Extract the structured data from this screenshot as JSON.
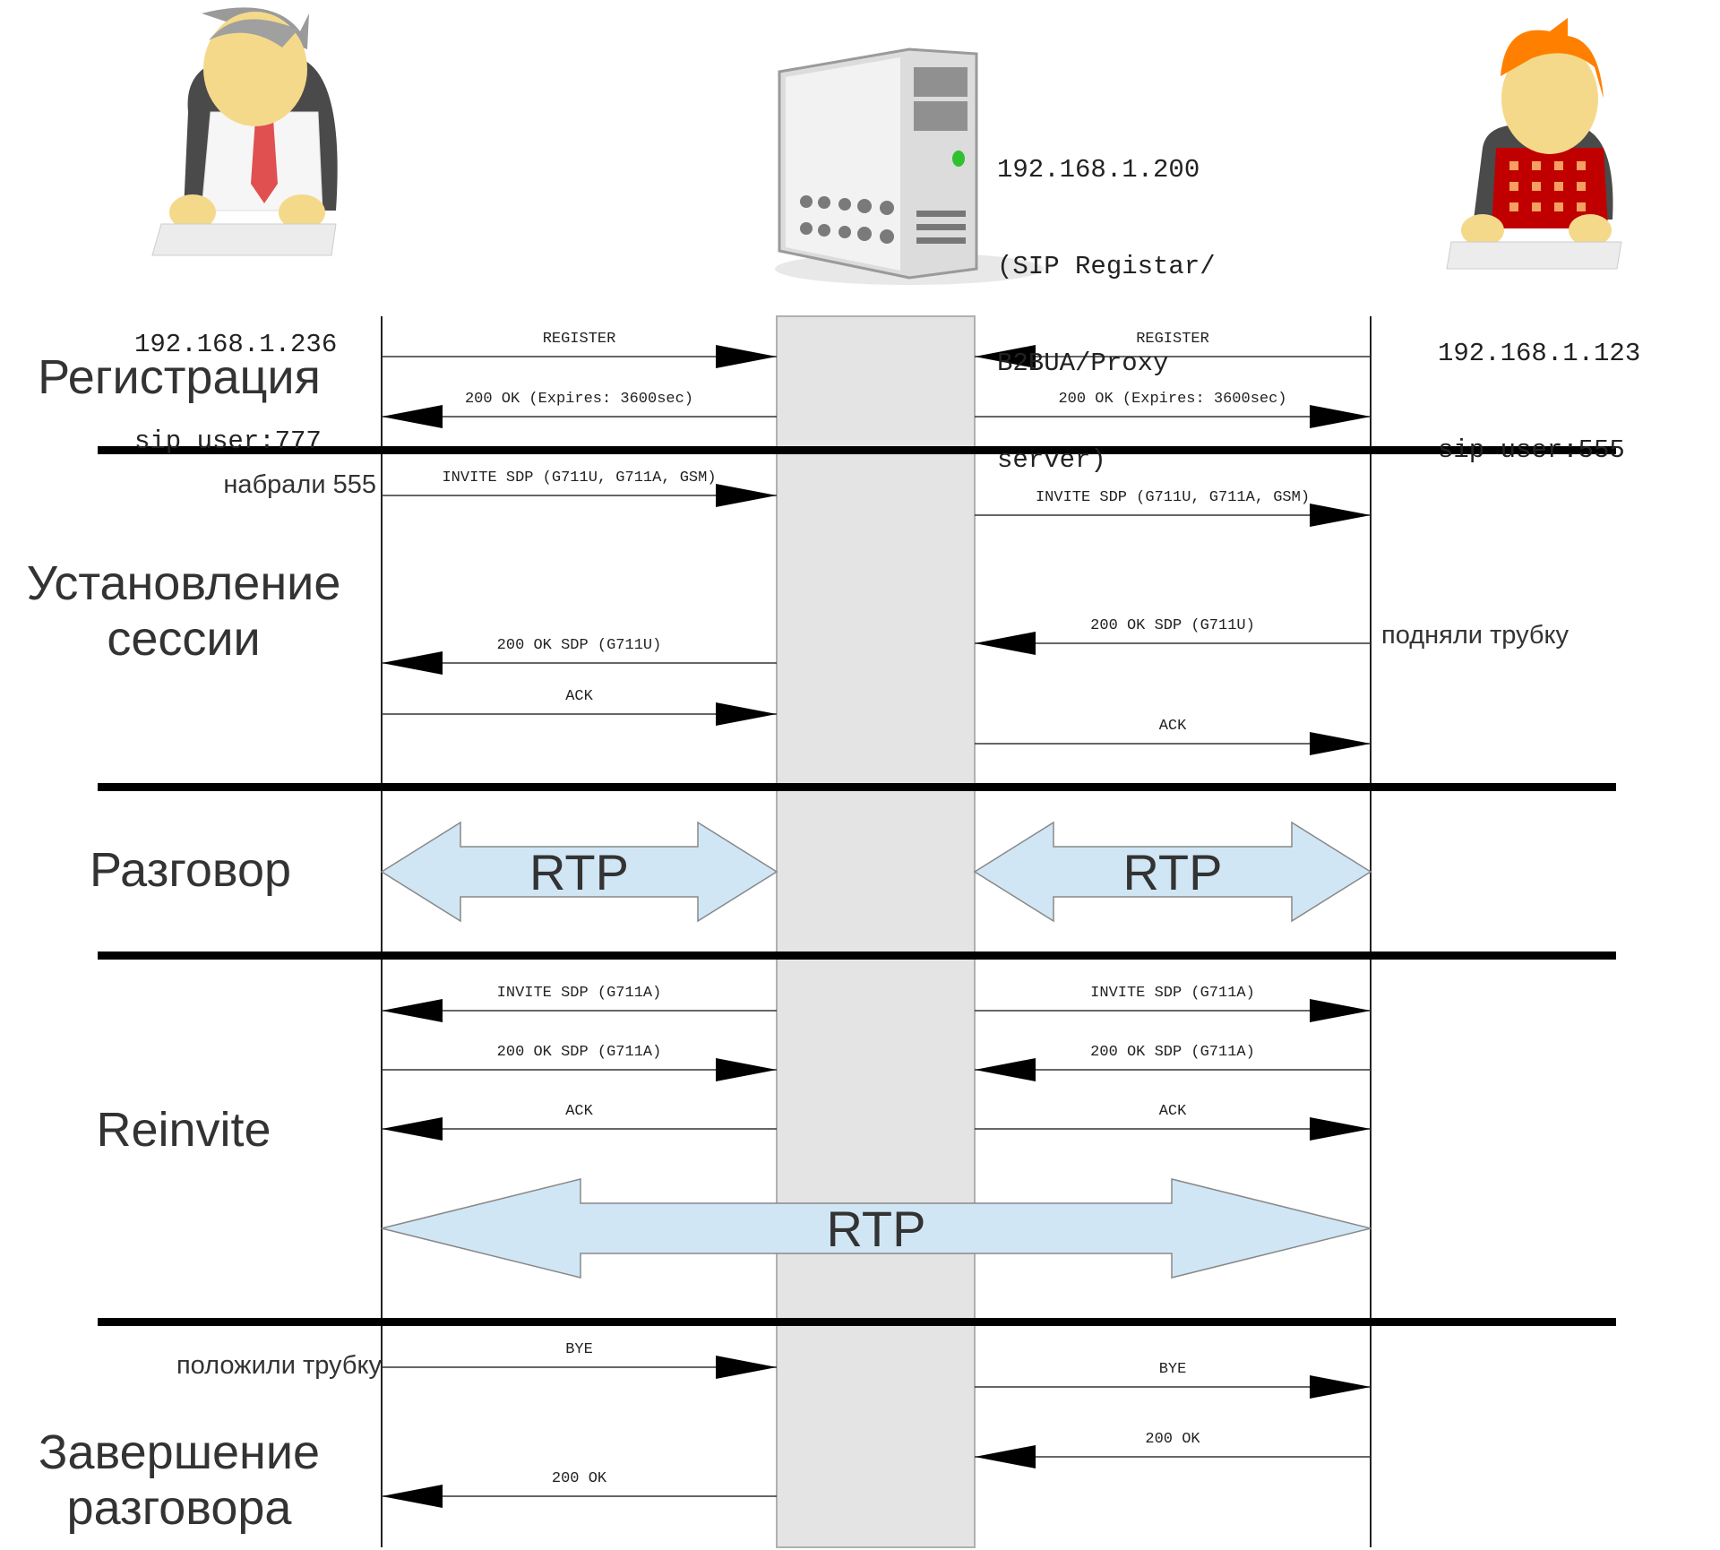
{
  "title": "SIP call flow via B2BUA",
  "participants": {
    "caller": {
      "ip": "192.168.1.236",
      "user": "sip user:777",
      "icon": "user-with-tie-icon"
    },
    "server": {
      "ip": "192.168.1.200",
      "role_lines": [
        "(SIP Registar/",
        "B2BUA/Proxy",
        "server)"
      ],
      "icon": "server-tower-icon"
    },
    "callee": {
      "ip": "192.168.1.123",
      "user": "sip user:555",
      "icon": "user-with-sweater-icon"
    }
  },
  "phases": [
    {
      "id": "registration",
      "label": "Регистрация"
    },
    {
      "id": "session-setup",
      "label_lines": [
        "Установление",
        "сессии"
      ]
    },
    {
      "id": "conversation",
      "label": "Разговор"
    },
    {
      "id": "reinvite",
      "label": "Reinvite"
    },
    {
      "id": "termination",
      "label_lines": [
        "Завершение",
        "разговора"
      ]
    }
  ],
  "notes": {
    "dialed": "набрали 555",
    "picked_up": "подняли трубку",
    "hung_up": "положили трубку"
  },
  "messages": [
    {
      "label": "REGISTER",
      "from": "caller",
      "to": "server"
    },
    {
      "label": "REGISTER",
      "from": "callee",
      "to": "server"
    },
    {
      "label": "200 OK (Expires: 3600sec)",
      "from": "server",
      "to": "caller"
    },
    {
      "label": "200 OK (Expires: 3600sec)",
      "from": "server",
      "to": "callee"
    },
    {
      "label": "INVITE SDP (G711U, G711A, GSM)",
      "from": "caller",
      "to": "server"
    },
    {
      "label": "INVITE SDP (G711U, G711A, GSM)",
      "from": "server",
      "to": "callee"
    },
    {
      "label": "200 OK SDP (G711U)",
      "from": "callee",
      "to": "server"
    },
    {
      "label": "200 OK SDP (G711U)",
      "from": "server",
      "to": "caller"
    },
    {
      "label": "ACK",
      "from": "caller",
      "to": "server"
    },
    {
      "label": "ACK",
      "from": "server",
      "to": "callee"
    },
    {
      "label": "INVITE SDP (G711A)",
      "from": "server",
      "to": "caller"
    },
    {
      "label": "INVITE SDP (G711A)",
      "from": "server",
      "to": "callee"
    },
    {
      "label": "200 OK SDP (G711A)",
      "from": "caller",
      "to": "server"
    },
    {
      "label": "200 OK SDP (G711A)",
      "from": "callee",
      "to": "server"
    },
    {
      "label": "ACK",
      "from": "server",
      "to": "caller"
    },
    {
      "label": "ACK",
      "from": "server",
      "to": "callee"
    },
    {
      "label": "BYE",
      "from": "caller",
      "to": "server"
    },
    {
      "label": "BYE",
      "from": "server",
      "to": "callee"
    },
    {
      "label": "200 OK",
      "from": "callee",
      "to": "server"
    },
    {
      "label": "200 OK",
      "from": "server",
      "to": "caller"
    }
  ],
  "media_streams": [
    {
      "label": "RTP",
      "between": [
        "caller",
        "server"
      ]
    },
    {
      "label": "RTP",
      "between": [
        "server",
        "callee"
      ]
    },
    {
      "label": "RTP",
      "between": [
        "caller",
        "callee"
      ]
    }
  ],
  "colors": {
    "rtp_fill": "#d0e6f5",
    "rtp_stroke": "#888888",
    "server_bar": "#e4e4e4",
    "separator": "#000000",
    "text": "#333333"
  }
}
